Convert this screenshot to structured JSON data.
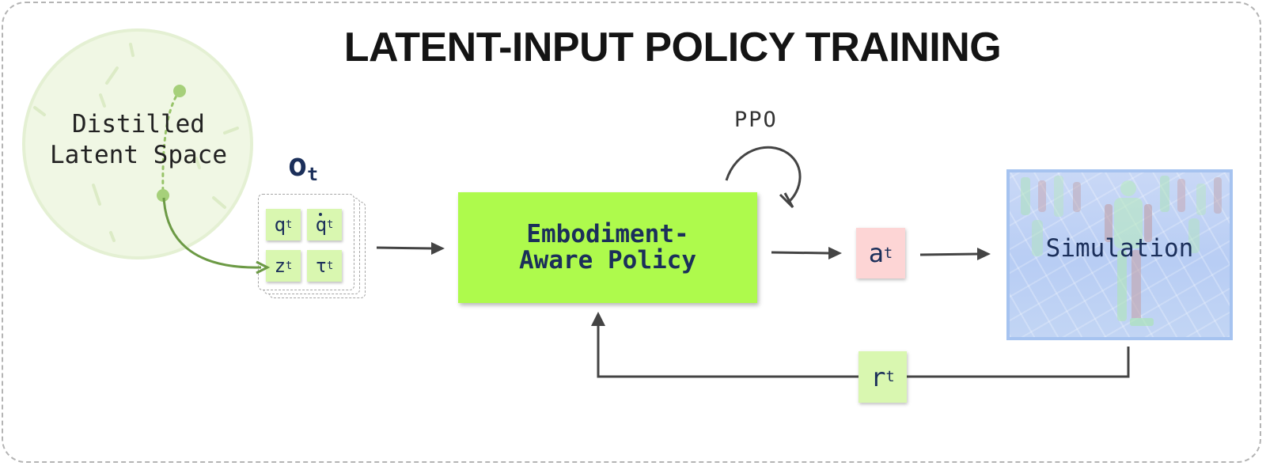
{
  "title": "LATENT-INPUT POLICY TRAINING",
  "latent_space": {
    "label_line1": "Distilled",
    "label_line2": "Latent Space"
  },
  "observation": {
    "symbol": "o",
    "subscript": "t",
    "tiles": [
      {
        "symbol": "q",
        "subscript": "t"
      },
      {
        "symbol": "q",
        "subscript": "t",
        "dotted": true
      },
      {
        "symbol": "z",
        "subscript": "t"
      },
      {
        "symbol": "τ",
        "subscript": "t"
      }
    ]
  },
  "policy": {
    "line1": "Embodiment-",
    "line2": "Aware Policy"
  },
  "ppo_label": "PPO",
  "action": {
    "symbol": "a",
    "subscript": "t"
  },
  "simulation": {
    "label": "Simulation"
  },
  "reward": {
    "symbol": "r",
    "subscript": "t"
  },
  "colors": {
    "policy_fill": "#aefa4c",
    "tile_fill": "#d9f7b0",
    "action_fill": "#fdd5d5",
    "text_navy": "#1b2f5a",
    "arrow_dark": "#444444",
    "latent_green": "#6c9a45",
    "simulation_border": "#a6c3f0"
  }
}
